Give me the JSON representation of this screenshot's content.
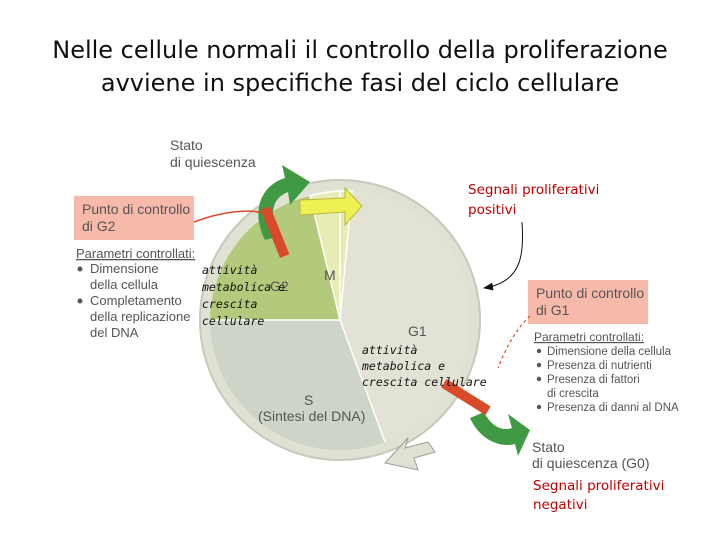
{
  "title": {
    "line1": "Nelle cellule normali il controllo della proliferazione",
    "line2": "avviene in specifiche fasi del ciclo cellulare"
  },
  "top": {
    "quiescence": [
      "Stato",
      "di quiescenza"
    ]
  },
  "checkpoint_g2": {
    "title": [
      "Punto di controllo",
      "di G2"
    ],
    "params_heading": "Parametri controllati:",
    "params": [
      [
        "Dimensione",
        "della cellula"
      ],
      [
        "Completamento",
        "della replicazione",
        "del DNA"
      ]
    ]
  },
  "checkpoint_g1": {
    "title": [
      "Punto di controllo",
      "di G1"
    ],
    "params_heading": "Parametri controllati:",
    "params": [
      [
        "Dimensione della cellula"
      ],
      [
        "Presenza di nutrienti"
      ],
      [
        "Presenza di fattori",
        "di crescita"
      ],
      [
        "Presenza di danni al DNA"
      ]
    ]
  },
  "phases": {
    "m": "M",
    "g2": "G2",
    "g1": "G1",
    "s": "S",
    "s_desc": "(Sintesi del DNA)"
  },
  "notes": {
    "g2_activity": [
      "attività",
      "metabolica e",
      "crescita",
      "cellulare"
    ],
    "g1_activity": [
      "attività",
      "metabolica e",
      "crescita cellulare"
    ]
  },
  "signals": {
    "positive": [
      "Segnali proliferativi",
      "positivi"
    ],
    "negative": [
      "Segnali proliferativi",
      "negativi"
    ]
  },
  "bottom": {
    "quiescence": [
      "Stato",
      "di quiescenza (G0)"
    ]
  },
  "colors": {
    "g1_fill": "#e2e3d5",
    "g2_fill": "#b3c97b",
    "m_fill": "#e6ecb4",
    "s_fill": "#cfd4c9",
    "checkpoint_box": "#f7b9a9",
    "green_arrow": "#3f9a43",
    "block_bar": "#d94a2a",
    "yellow_arrow": "#eef054",
    "signal_text": "#c00000"
  }
}
